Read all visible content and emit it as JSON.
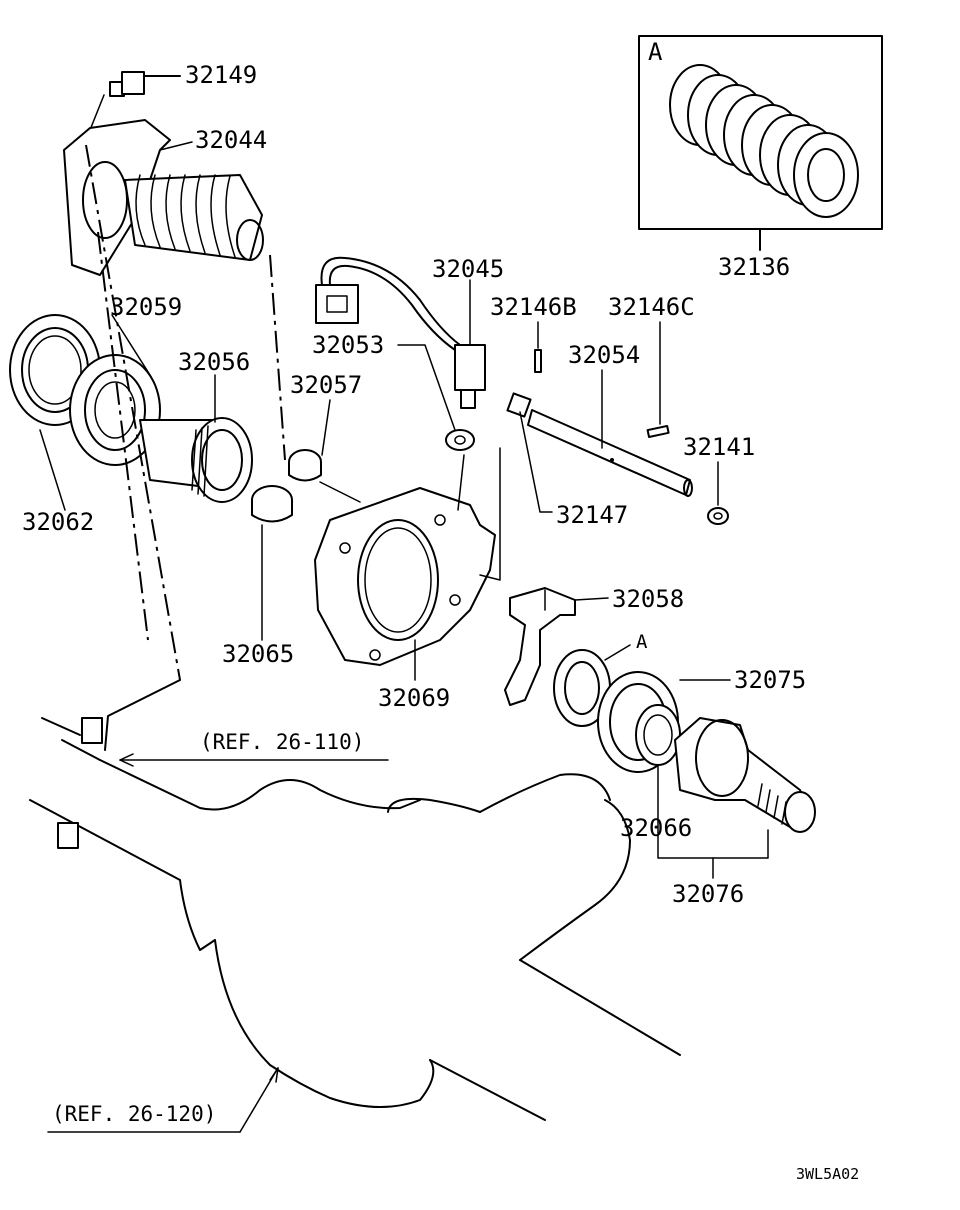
{
  "labels": {
    "p32149": "32149",
    "p32044": "32044",
    "p32045": "32045",
    "p32146b": "32146B",
    "p32146c": "32146C",
    "p32054": "32054",
    "p32059": "32059",
    "p32053": "32053",
    "p32056": "32056",
    "p32057": "32057",
    "p32141": "32141",
    "p32062": "32062",
    "p32147": "32147",
    "p32058": "32058",
    "p32065": "32065",
    "p32069": "32069",
    "p32075": "32075",
    "p32066": "32066",
    "p32076": "32076",
    "p32136": "32136",
    "inset_letter": "A",
    "washer_letter": "A"
  },
  "refs": {
    "ref1": "(REF. 26-110)",
    "ref2": "(REF. 26-120)"
  },
  "drawing_code": "3WL5A02"
}
